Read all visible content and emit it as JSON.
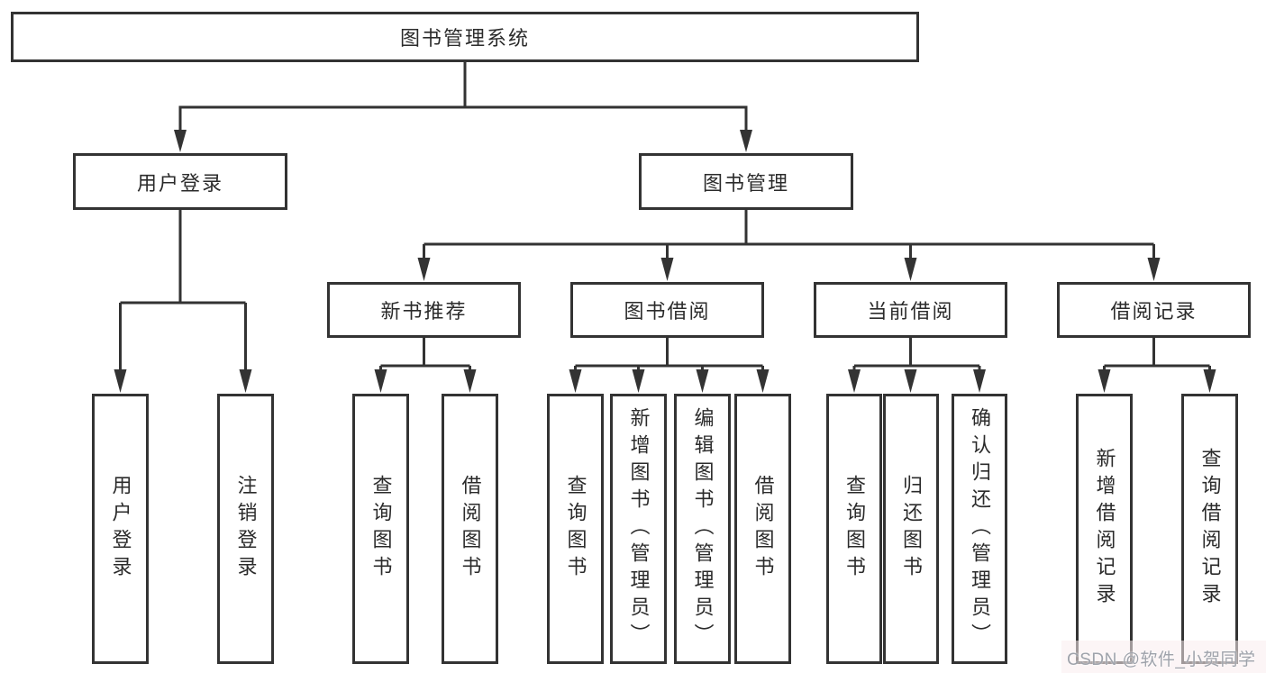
{
  "diagram": {
    "root": "图书管理系统",
    "user_login": {
      "label": "用户登录",
      "children": {
        "login": "用户登录",
        "logout": "注销登录"
      }
    },
    "book_mgmt": {
      "label": "图书管理",
      "new_books": {
        "label": "新书推荐",
        "children": {
          "query": "查询图书",
          "borrow": "借阅图书"
        }
      },
      "book_borrow": {
        "label": "图书借阅",
        "children": {
          "query": "查询图书",
          "add": "新增图书（管理员）",
          "edit": "编辑图书（管理员）",
          "borrow": "借阅图书"
        }
      },
      "current_borrow": {
        "label": "当前借阅",
        "children": {
          "query": "查询图书",
          "return": "归还图书",
          "confirm": "确认归还（管理员）"
        }
      },
      "borrow_records": {
        "label": "借阅记录",
        "children": {
          "add": "新增借阅记录",
          "query": "查询借阅记录"
        }
      }
    },
    "watermark": "CSDN @软件_小贺同学",
    "colors": {
      "line": "#333333",
      "text": "#2b2b2b",
      "watermark": "#9fa3ab",
      "background": "#ffffff"
    }
  }
}
